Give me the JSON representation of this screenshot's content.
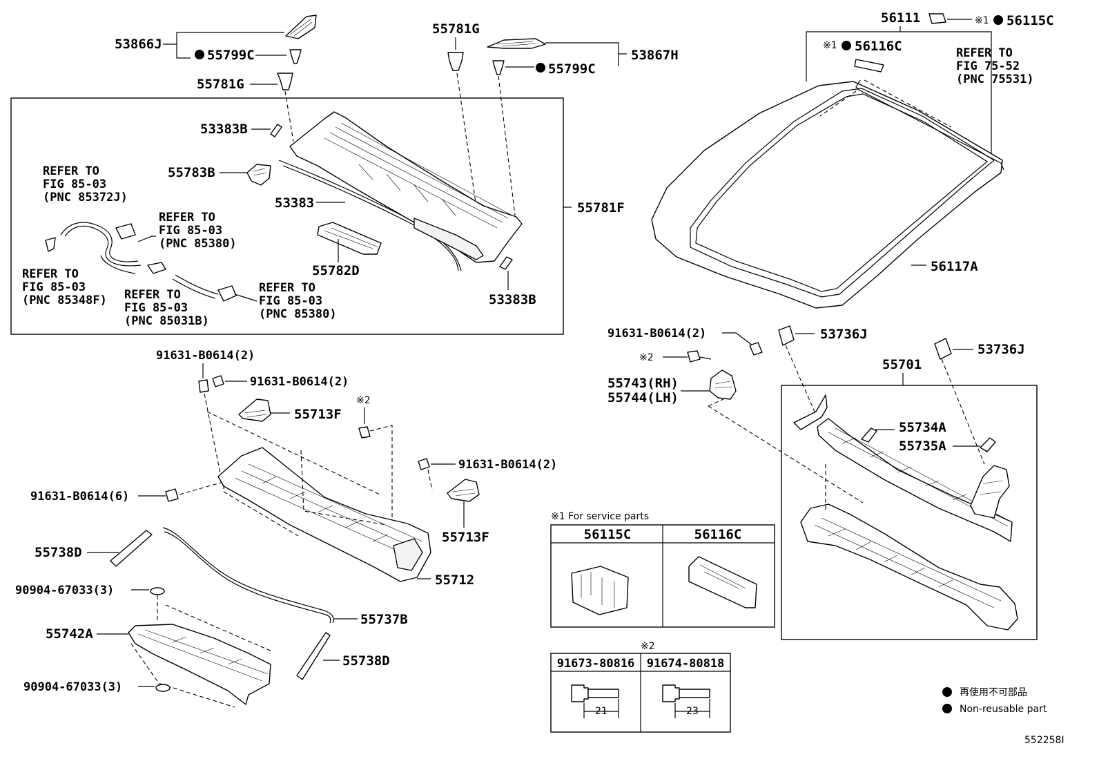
{
  "labels": {
    "p53866J": "53866J",
    "p55799C_a": "55799C",
    "p55781G_a": "55781G",
    "p55781G_b": "55781G",
    "p53867H": "53867H",
    "p55799C_b": "55799C",
    "p53383B_a": "53383B",
    "p55783B": "55783B",
    "p53383": "53383",
    "p55781F": "55781F",
    "p55782D": "55782D",
    "p53383B_b": "53383B",
    "p56111": "56111",
    "p56115C": "56115C",
    "p56116C": "56116C",
    "p56117A": "56117A",
    "p91631_r1": "91631-B0614(2)",
    "p53736J_a": "53736J",
    "p53736J_b": "53736J",
    "p55743": "55743(RH)",
    "p55744": "55744(LH)",
    "p55701": "55701",
    "p55734A": "55734A",
    "p55735A": "55735A",
    "p91631_m1": "91631-B0614(2)",
    "p91631_m2": "91631-B0614(2)",
    "p55713F_a": "55713F",
    "p91631_m3": "91631-B0614(2)",
    "p91631_m6": "91631-B0614(6)",
    "p55713F_b": "55713F",
    "p55738D_a": "55738D",
    "p55712": "55712",
    "p90904_a": "90904-67033(3)",
    "p55737B": "55737B",
    "p55742A": "55742A",
    "p55738D_b": "55738D",
    "p90904_b": "90904-67033(3)"
  },
  "refs": {
    "r1": [
      "REFER TO",
      "FIG 85-03",
      "(PNC 85372J)"
    ],
    "r2": [
      "REFER TO",
      "FIG 85-03",
      "(PNC 85380)"
    ],
    "r3": [
      "REFER TO",
      "FIG 85-03",
      "(PNC 85348F)"
    ],
    "r4": [
      "REFER TO",
      "FIG 85-03",
      "(PNC 85031B)"
    ],
    "r5": [
      "REFER TO",
      "FIG 85-03",
      "(PNC 85380)"
    ],
    "r6": [
      "REFER TO",
      "FIG 75-52",
      "(PNC 75531)"
    ]
  },
  "marks": {
    "note1": "※1",
    "note2": "※2",
    "dot": "●"
  },
  "service": {
    "caption": "※1 For service parts",
    "col1": "56115C",
    "col2": "56116C"
  },
  "fasteners": {
    "caption": "※2",
    "col1": "91673-80816",
    "col2": "91674-80818",
    "len1": "21",
    "len2": "23"
  },
  "legend": {
    "jp": "再使用不可部品",
    "en": "Non-reusable part"
  },
  "figure_id": "552258I"
}
